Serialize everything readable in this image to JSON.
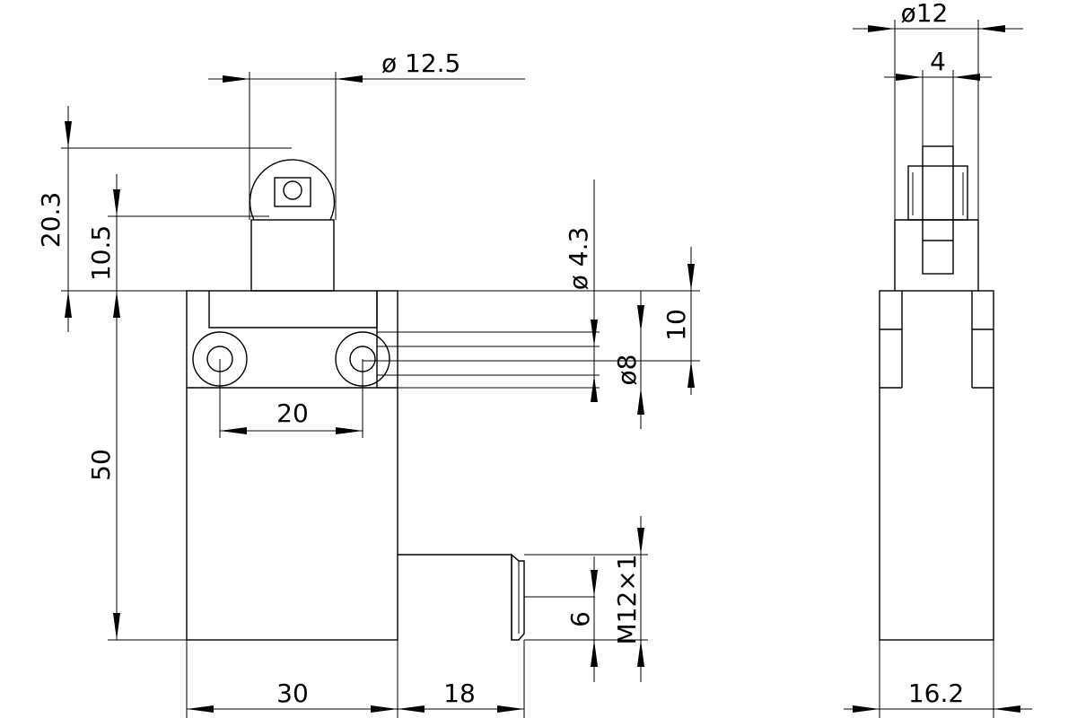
{
  "dimensions": {
    "roller_dia": "ø 12.5",
    "overall_height": "20.3",
    "actuator_height": "10.5",
    "body_height": "50",
    "mount_spacing": "20",
    "hole_dia": "ø 4.3",
    "hole_offset": "10",
    "counterbore_dia": "ø8",
    "body_width": "30",
    "conduit_length": "18",
    "thread_size": "M12×1",
    "thread_depth": "6",
    "side_roller_dia": "ø12",
    "side_roller_width": "4",
    "side_width": "16.2"
  }
}
